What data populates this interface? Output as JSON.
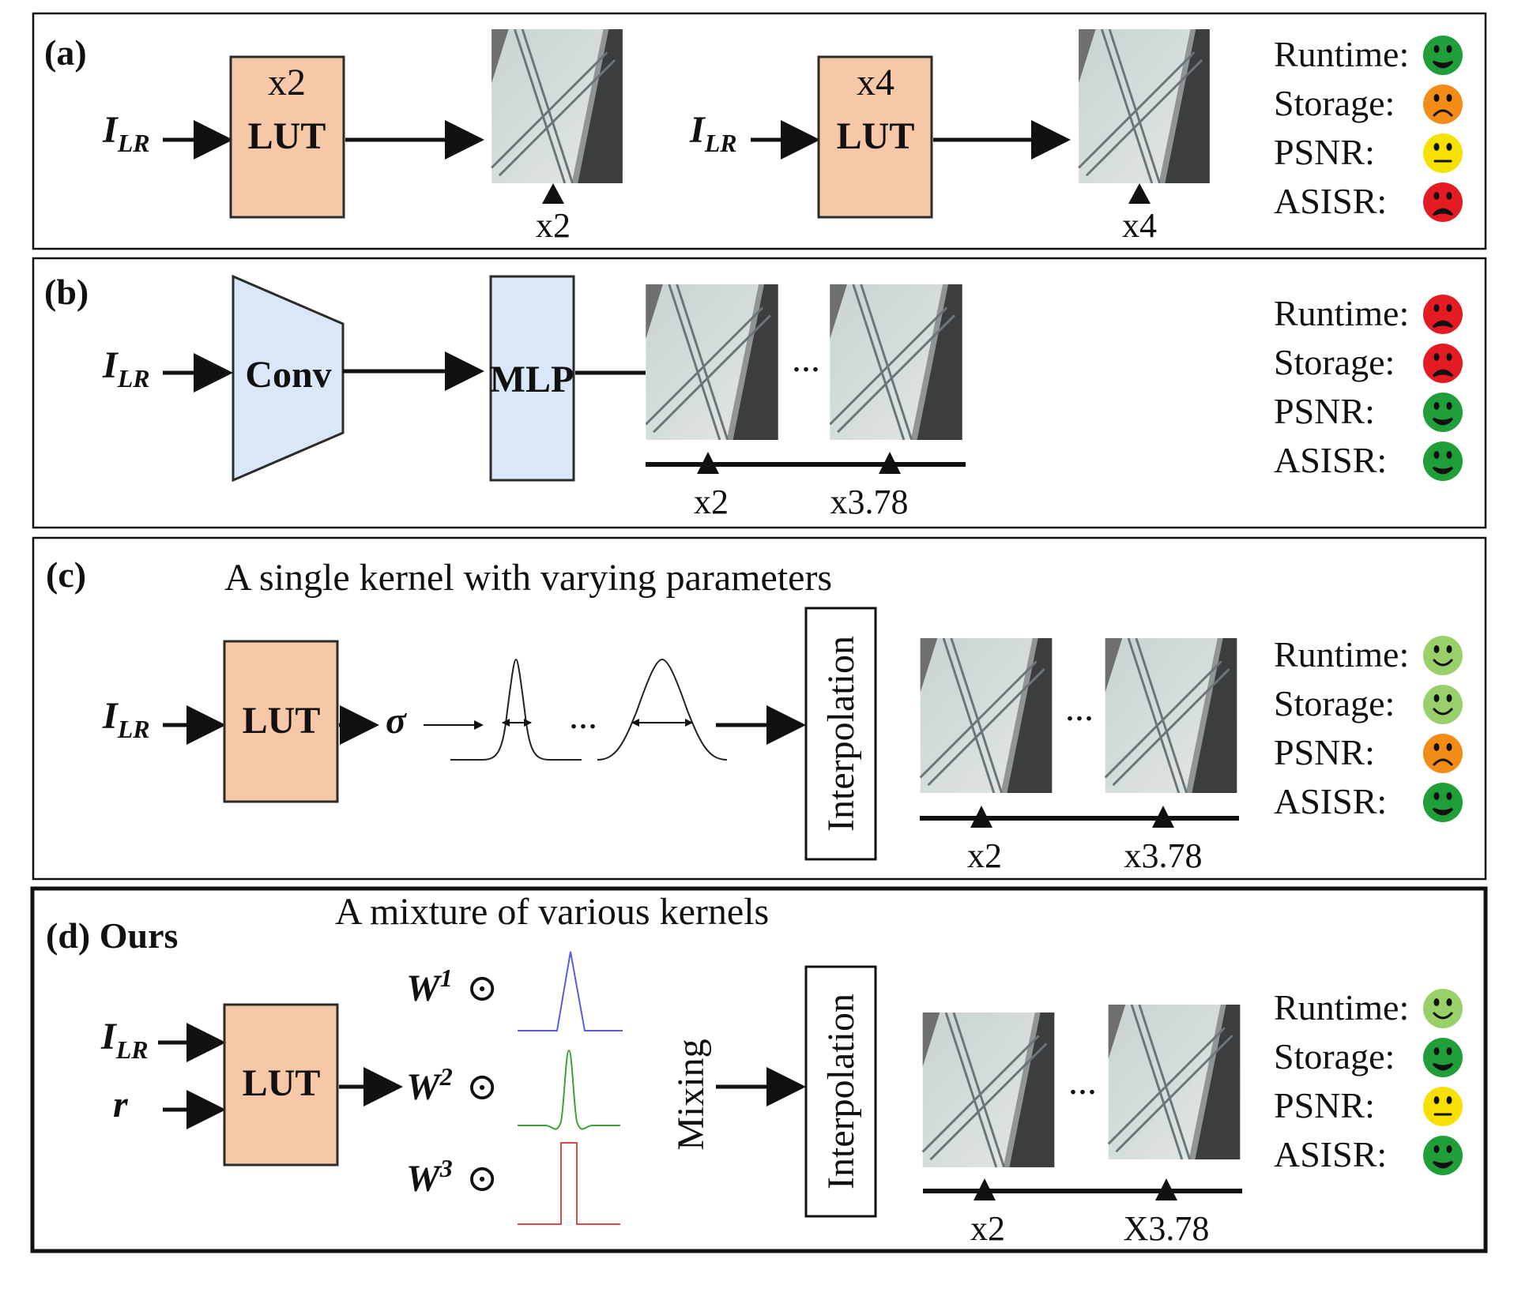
{
  "colors": {
    "lut_fill": "#f6c8a8",
    "conv_fill": "#dae7f8",
    "face_good": "#1f9e3a",
    "face_fair": "#9ad06a",
    "face_neutral": "#f7e100",
    "face_bad": "#f28c17",
    "face_worst": "#e51b24",
    "kernel1": "#5a5ae0",
    "kernel2": "#3aa33a",
    "kernel3": "#e04848"
  },
  "metric_labels": [
    "Runtime:",
    "Storage:",
    "PSNR:",
    "ASISR:"
  ],
  "panels": {
    "a": {
      "tag": "(a)",
      "input": "I",
      "input_sub": "LR",
      "lut1_scale": "x2",
      "lut1_name": "LUT",
      "lut2_scale": "x4",
      "lut2_name": "LUT",
      "out1_scale": "x2",
      "out2_scale": "x4",
      "faces": [
        "good",
        "bad",
        "neutral",
        "worst"
      ]
    },
    "b": {
      "tag": "(b)",
      "input": "I",
      "input_sub": "LR",
      "conv_label": "Conv",
      "mlp_label": "MLP",
      "ellipsis": "...",
      "scale_min": "x2",
      "scale_max": "x3.78",
      "faces": [
        "worst",
        "worst",
        "good",
        "good"
      ]
    },
    "c": {
      "tag": "(c)",
      "caption": "A single kernel with varying parameters",
      "input": "I",
      "input_sub": "LR",
      "lut_label": "LUT",
      "sigma": "σ",
      "ellipsis": "...",
      "interp_label": "Interpolation",
      "scale_min": "x2",
      "scale_max": "x3.78",
      "faces": [
        "fair",
        "fair",
        "bad",
        "good"
      ]
    },
    "d": {
      "tag": "(d) Ours",
      "caption": "A mixture of various kernels",
      "input": "I",
      "input_sub": "LR",
      "input2": "r",
      "lut_label": "LUT",
      "weights": [
        {
          "base": "W",
          "sup": "1",
          "op": "⊙"
        },
        {
          "base": "W",
          "sup": "2",
          "op": "⊙"
        },
        {
          "base": "W",
          "sup": "3",
          "op": "⊙"
        }
      ],
      "mixing_label": "Mixing",
      "interp_label": "Interpolation",
      "ellipsis": "...",
      "scale_min": "x2",
      "scale_max": "X3.78",
      "faces": [
        "fair",
        "good",
        "neutral",
        "good"
      ]
    }
  }
}
